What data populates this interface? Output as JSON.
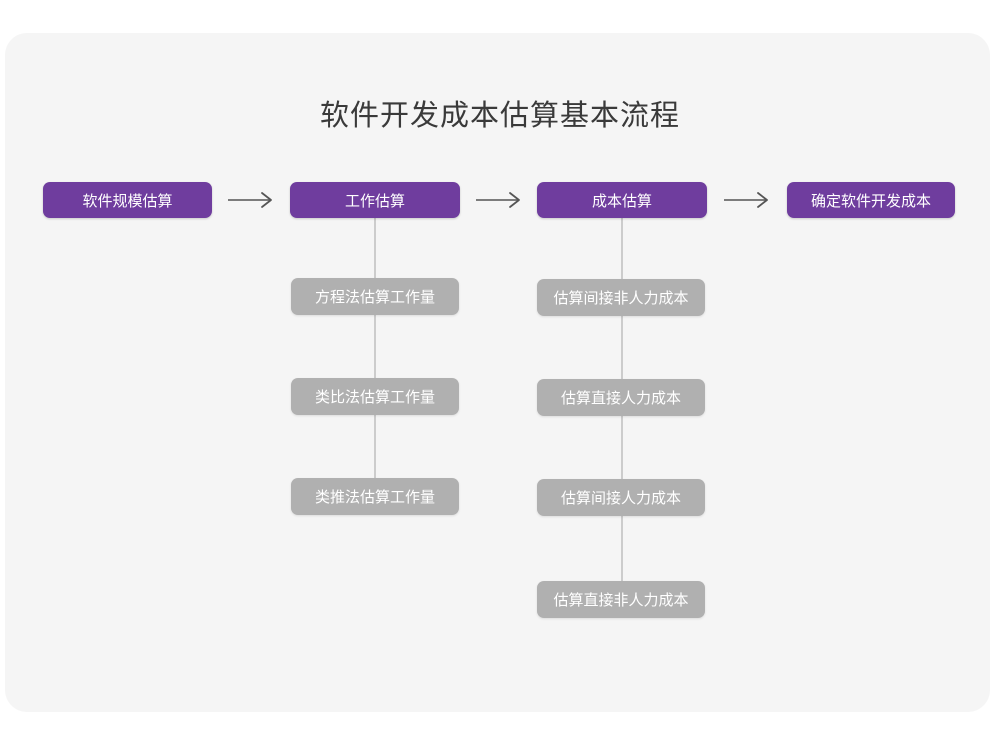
{
  "card": {
    "background_color": "#f5f5f5",
    "page_background_color": "#ffffff"
  },
  "title": "软件开发成本估算基本流程",
  "colors": {
    "primary_node": "#6f3d9e",
    "secondary_node": "#b0b0b0",
    "node_text": "#ffffff",
    "title_text": "#3a3a3a",
    "connector_line": "#cccccc",
    "arrow": "#555555"
  },
  "flow": {
    "stages": [
      {
        "id": "stage-1",
        "label": "软件规模估算",
        "substeps": []
      },
      {
        "id": "stage-2",
        "label": "工作估算",
        "substeps": [
          "方程法估算工作量",
          "类比法估算工作量",
          "类推法估算工作量"
        ]
      },
      {
        "id": "stage-3",
        "label": "成本估算",
        "substeps": [
          "估算间接非人力成本",
          "估算直接人力成本",
          "估算间接人力成本",
          "估算直接非人力成本"
        ]
      },
      {
        "id": "stage-4",
        "label": "确定软件开发成本",
        "substeps": []
      }
    ],
    "arrows": [
      {
        "id": "arrow-1",
        "from": "stage-1",
        "to": "stage-2",
        "glyph": "long-arrow-right"
      },
      {
        "id": "arrow-2",
        "from": "stage-2",
        "to": "stage-3",
        "glyph": "long-arrow-right"
      },
      {
        "id": "arrow-3",
        "from": "stage-3",
        "to": "stage-4",
        "glyph": "long-arrow-right"
      }
    ]
  }
}
